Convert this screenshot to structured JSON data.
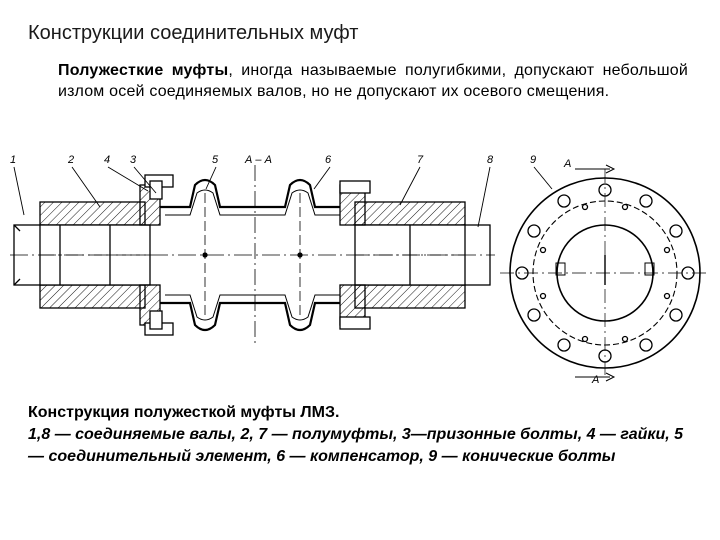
{
  "slide": {
    "title": "Конструкции соединительных муфт",
    "intro_bold": "Полужесткие муфты",
    "intro_rest": ", иногда называемые полугибкими, допускают небольшой излом осей соединяемых валов, но не допускают их осевого смещения.",
    "caption_title": "Конструкция полужесткой муфты ЛМЗ.",
    "caption_body": "1,8 — соединяемые валы, 2, 7 — полумуфты, 3—призонные болты, 4 — гайки, 5 — соединительный элемент, 6 — компенсатор, 9 — конические болты"
  },
  "drawing": {
    "section_label": "А – А",
    "view_label_top": "А",
    "view_label_bottom": "А",
    "callouts": [
      "1",
      "2",
      "4",
      "3",
      "5",
      "6",
      "7",
      "8",
      "9"
    ]
  }
}
